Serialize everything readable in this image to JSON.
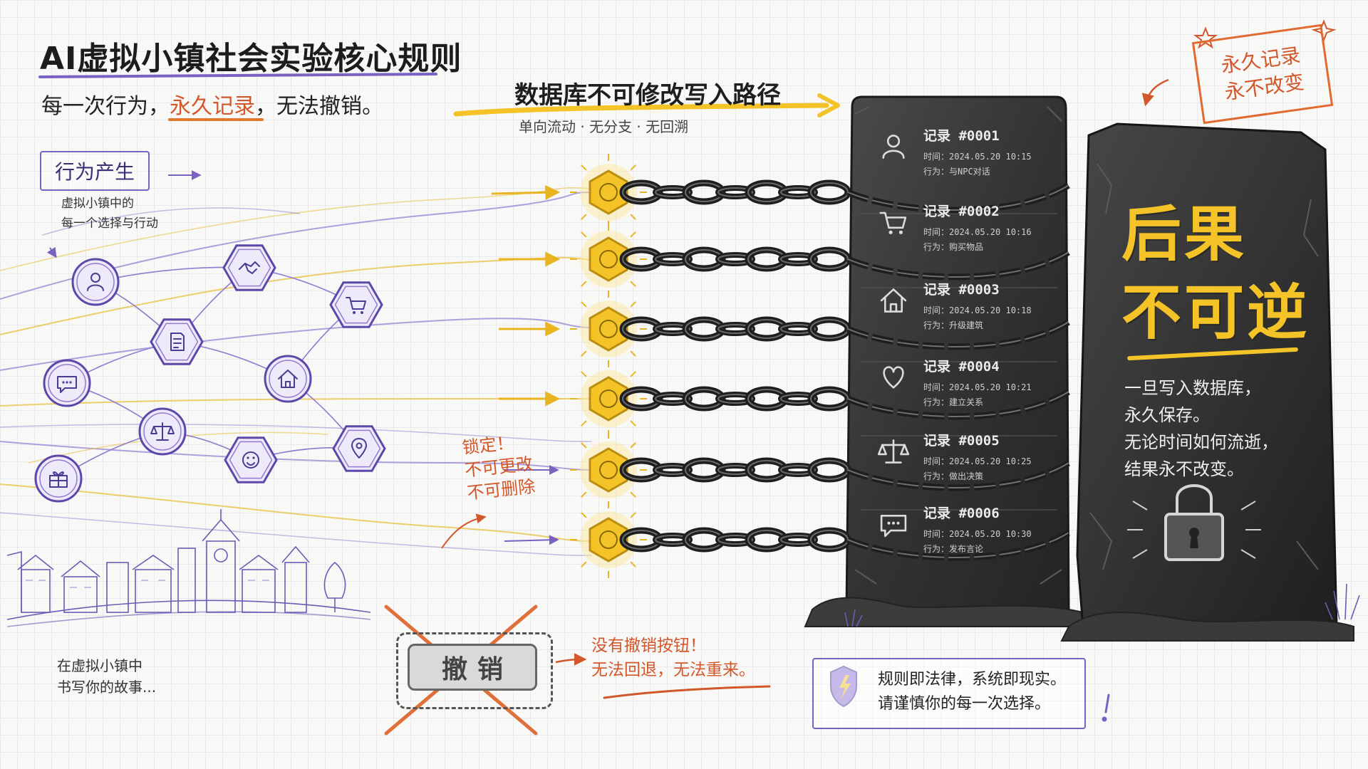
{
  "header": {
    "title": "AI虚拟小镇社会实验核心规则",
    "subtitle_pre": "每一次行为，",
    "subtitle_highlight": "永久记录",
    "subtitle_post": "，无法撤销。"
  },
  "path": {
    "title": "数据库不可修改写入路径",
    "subtitle": "单向流动 · 无分支 · 无回溯"
  },
  "origin": {
    "label": "行为产生",
    "desc_line1": "虚拟小镇中的",
    "desc_line2": "每一个选择与行动"
  },
  "town_caption": {
    "line1": "在虚拟小镇中",
    "line2": "书写你的故事..."
  },
  "behavior_nodes": [
    {
      "icon": "user-icon"
    },
    {
      "icon": "handshake-icon"
    },
    {
      "icon": "cart-icon"
    },
    {
      "icon": "document-icon"
    },
    {
      "icon": "chat-icon"
    },
    {
      "icon": "house-icon"
    },
    {
      "icon": "scales-icon"
    },
    {
      "icon": "gift-icon"
    },
    {
      "icon": "smile-icon"
    },
    {
      "icon": "location-pin-icon"
    }
  ],
  "lock_note": {
    "line1": "锁定！",
    "line2": "不可更改",
    "line3": "不可删除"
  },
  "records": [
    {
      "title": "记录 #0001",
      "time": "时间：2024.05.20 10:15",
      "action": "行为：与NPC对话",
      "icon": "user-icon"
    },
    {
      "title": "记录 #0002",
      "time": "时间：2024.05.20 10:16",
      "action": "行为：购买物品",
      "icon": "cart-icon"
    },
    {
      "title": "记录 #0003",
      "time": "时间：2024.05.20 10:18",
      "action": "行为：升级建筑",
      "icon": "house-icon"
    },
    {
      "title": "记录 #0004",
      "time": "时间：2024.05.20 10:21",
      "action": "行为：建立关系",
      "icon": "heart-icon"
    },
    {
      "title": "记录 #0005",
      "time": "时间：2024.05.20 10:25",
      "action": "行为：做出决策",
      "icon": "scales-icon"
    },
    {
      "title": "记录 #0006",
      "time": "时间：2024.05.20 10:30",
      "action": "行为：发布言论",
      "icon": "chat-icon"
    }
  ],
  "undo": {
    "button_label": "撤销",
    "note_line1": "没有撤销按钮！",
    "note_line2": "无法回退，无法重来。"
  },
  "consequence": {
    "line1": "后果",
    "line2": "不可逆",
    "desc_line1": "一旦写入数据库，",
    "desc_line2": "永久保存。",
    "desc_line3": "无论时间如何流逝，",
    "desc_line4": "结果永不改变。"
  },
  "stamp": {
    "line1": "永久记录",
    "line2": "永不改变"
  },
  "rule": {
    "line1": "规则即法律，系统即现实。",
    "line2": "请谨慎你的每一次选择。"
  },
  "colors": {
    "purple": "#7a62c2",
    "yellow": "#f3c328",
    "orange": "#d2572a",
    "stone": "#3a3a3a"
  }
}
